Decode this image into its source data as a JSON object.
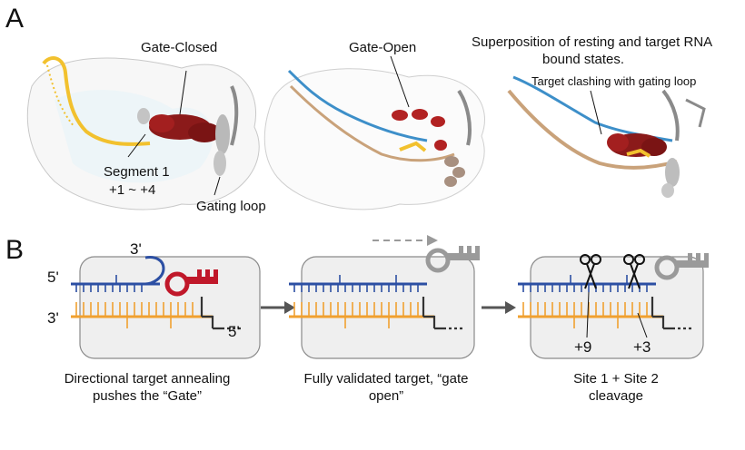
{
  "panel_a": {
    "letter": "A",
    "gate_closed": "Gate-Closed",
    "gate_open": "Gate-Open",
    "superposition_line1": "Superposition of resting and target RNA",
    "superposition_line2": "bound states.",
    "target_clashing": "Target clashing with gating loop",
    "segment_line1": "Segment 1",
    "segment_line2": "+1 ~ +4",
    "gating_loop": "Gating loop"
  },
  "panel_b": {
    "letter": "B",
    "box1": {
      "label_3prime_top": "3'",
      "label_5prime_left": "5'",
      "label_3prime_left": "3'",
      "label_5prime_right": "5'"
    },
    "box3": {
      "site_plus9": "+9",
      "site_plus3": "+3"
    },
    "captions": [
      {
        "line1": "Directional target annealing",
        "line2": "pushes the “Gate”"
      },
      {
        "line1": "Fully validated target, “gate",
        "line2": "open”"
      },
      {
        "line1": "Site 1 + Site 2",
        "line2": "cleavage"
      }
    ]
  },
  "colors": {
    "guide_blue": "#2c4fa3",
    "target_orange": "#f0a030",
    "gate_red": "#c0182a",
    "dark_red": "#8b1a1a",
    "yellow_segment": "#f2c12e",
    "gray": "#9a9a9a",
    "box_fill": "#efefef"
  }
}
